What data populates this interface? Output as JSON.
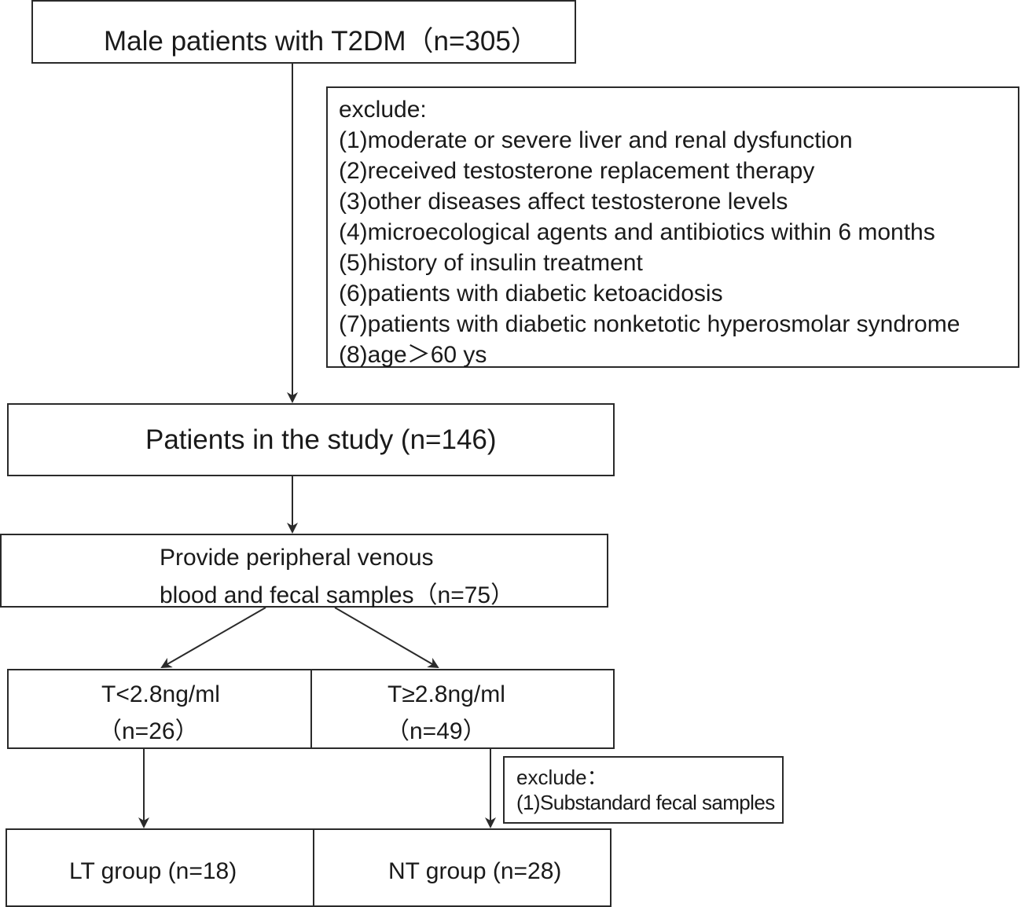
{
  "top_box": {
    "text": "Male patients with T2DM（n=305）"
  },
  "exclude_box": {
    "heading": "exclude:",
    "items": [
      "(1)moderate or severe liver and renal dysfunction",
      "(2)received testosterone replacement therapy",
      "(3)other diseases affect testosterone levels",
      "(4)microecological agents and antibiotics  within 6 months",
      "(5)history of  insulin treatment",
      "(6)patients with diabetic ketoacidosis",
      "(7)patients with diabetic nonketotic hyperosmolar syndrome",
      "(8)age＞60 ys"
    ]
  },
  "study_box": {
    "text": "Patients in the study (n=146)"
  },
  "samples_box": {
    "line1": "Provide peripheral venous",
    "line2": "blood and fecal samples（n=75）"
  },
  "low_t_box": {
    "line1": "T<2.8ng/ml",
    "line2": "（n=26）"
  },
  "normal_t_box": {
    "line1": "T≥2.8ng/ml",
    "line2": "（n=49）"
  },
  "exclude_box_2": {
    "heading": "exclude：",
    "item": "(1)Substandard fecal samples"
  },
  "lt_group_box": {
    "text": "LT group (n=18)"
  },
  "nt_group_box": {
    "text": "NT group (n=28)"
  }
}
